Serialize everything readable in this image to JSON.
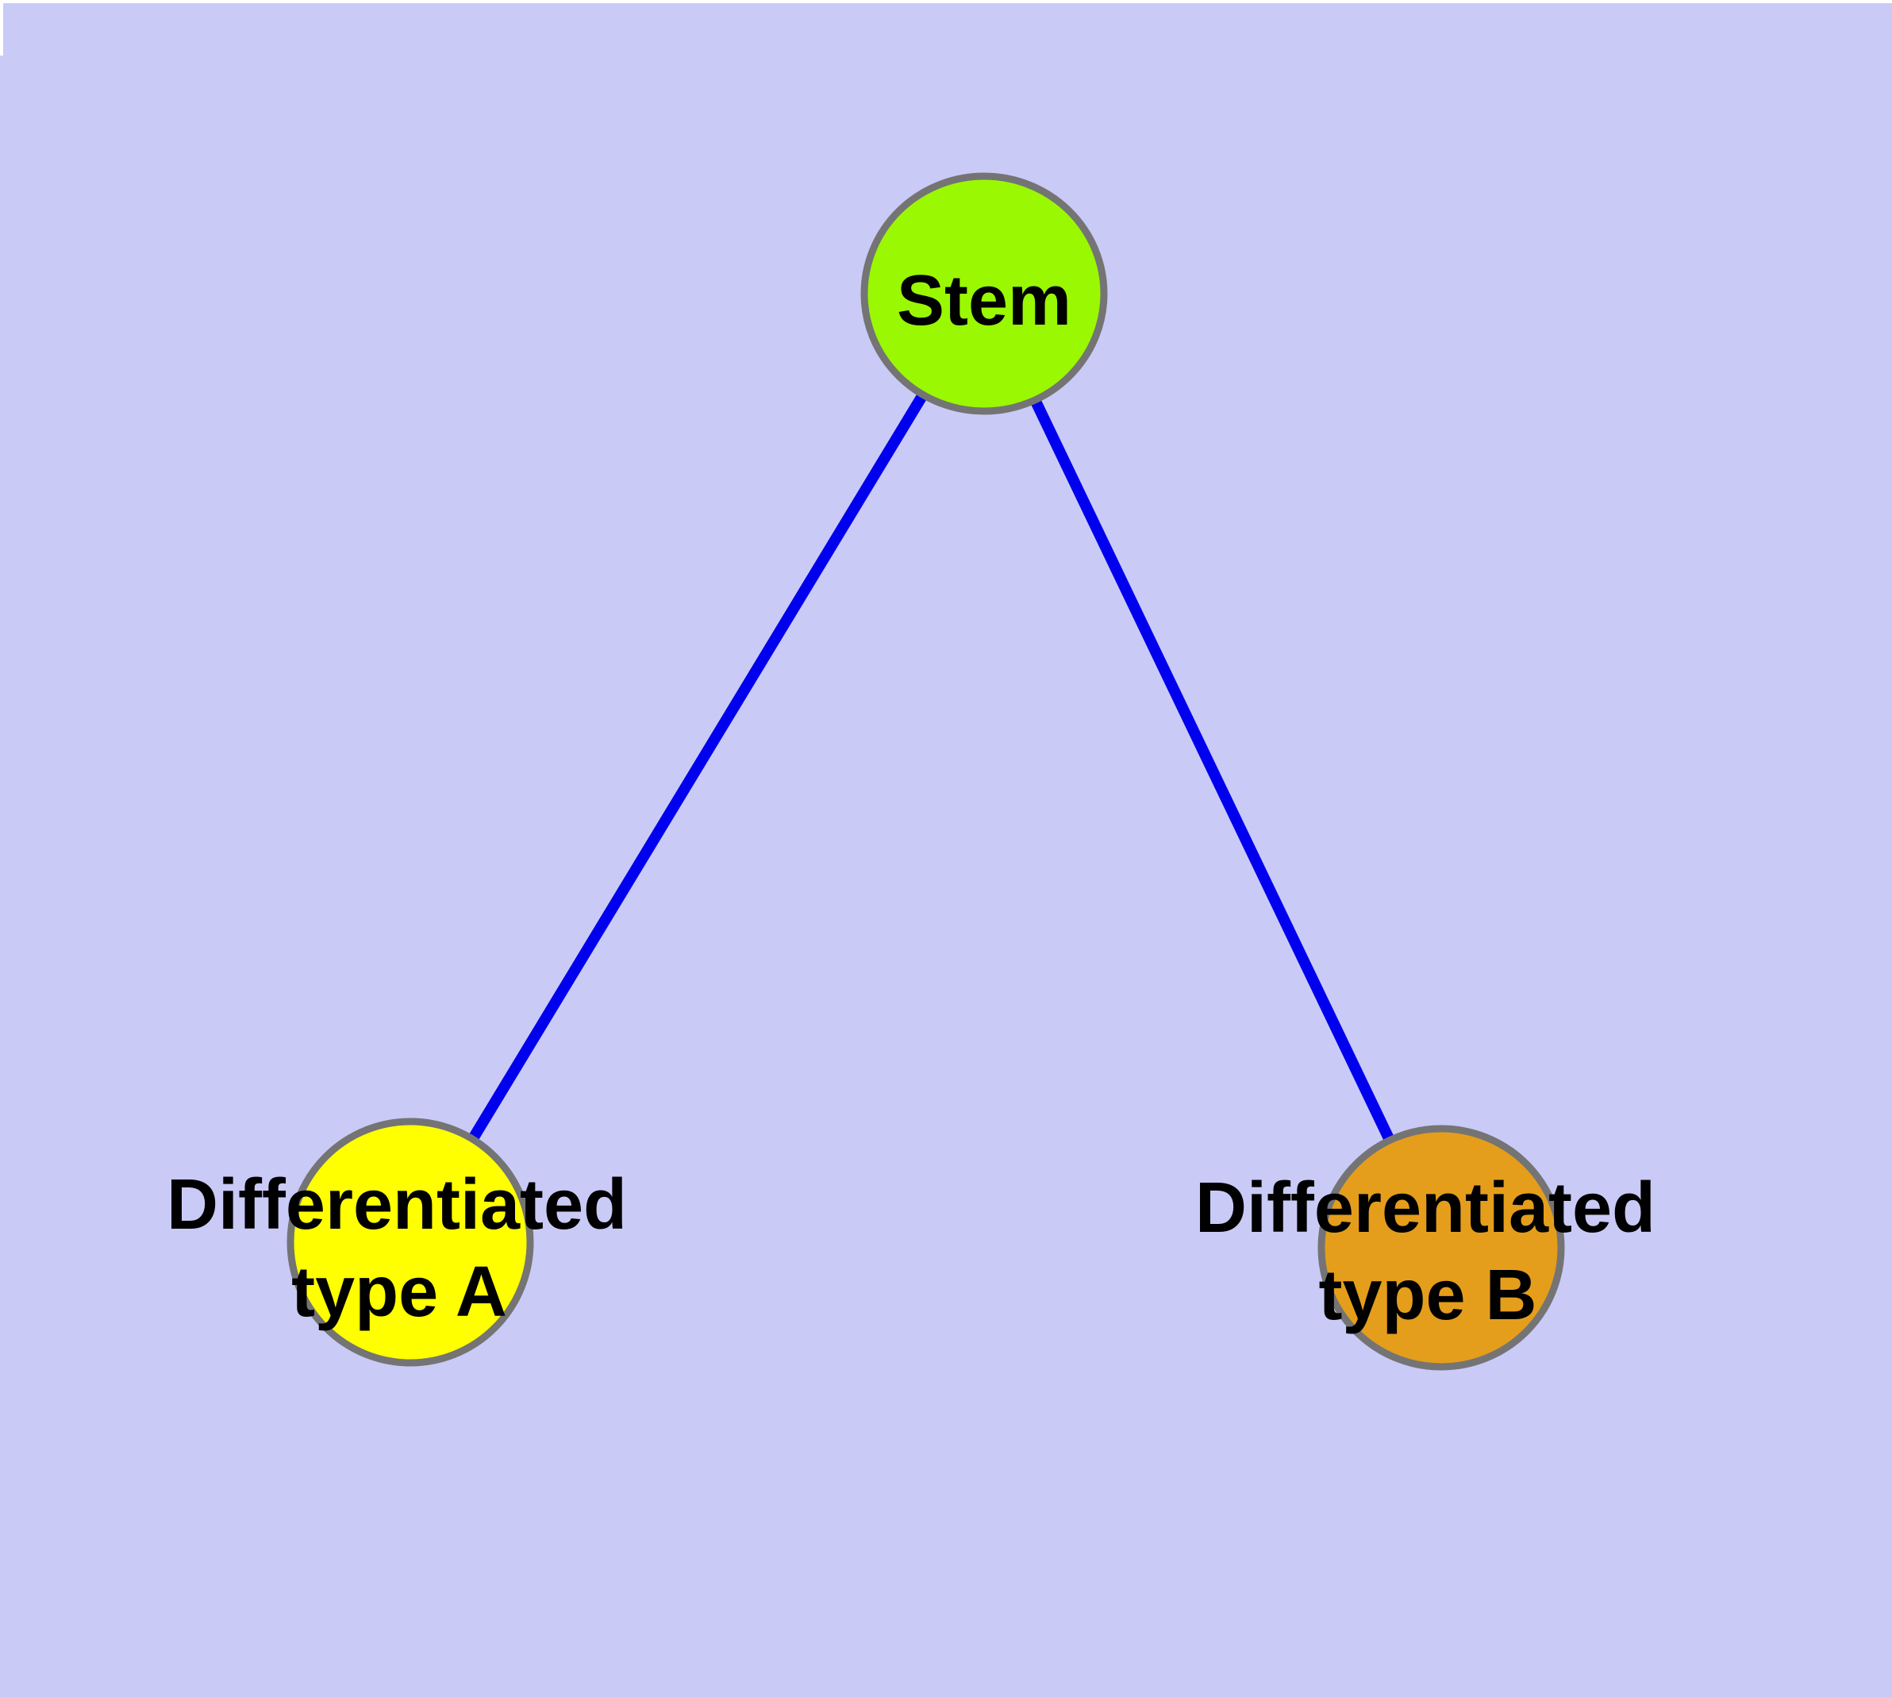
{
  "figure": {
    "background_color": "#CACAF7",
    "top_edge_color": "#FFFFFF",
    "text_color": "#000000",
    "edge_color": "#0000EE",
    "node_border_color": "#747474",
    "nodes": [
      {
        "id": "stem",
        "label_lines": [
          "Stem"
        ],
        "fill_color": "#9AF802"
      },
      {
        "id": "differentiated-type-a",
        "label_lines": [
          "Differentiated",
          "type A"
        ],
        "fill_color": "#FFFF00"
      },
      {
        "id": "differentiated-type-b",
        "label_lines": [
          "Differentiated",
          "type B"
        ],
        "fill_color": "#E59E1B"
      }
    ],
    "edges": [
      {
        "from": "stem",
        "to": "differentiated-type-a"
      },
      {
        "from": "stem",
        "to": "differentiated-type-b"
      }
    ]
  }
}
